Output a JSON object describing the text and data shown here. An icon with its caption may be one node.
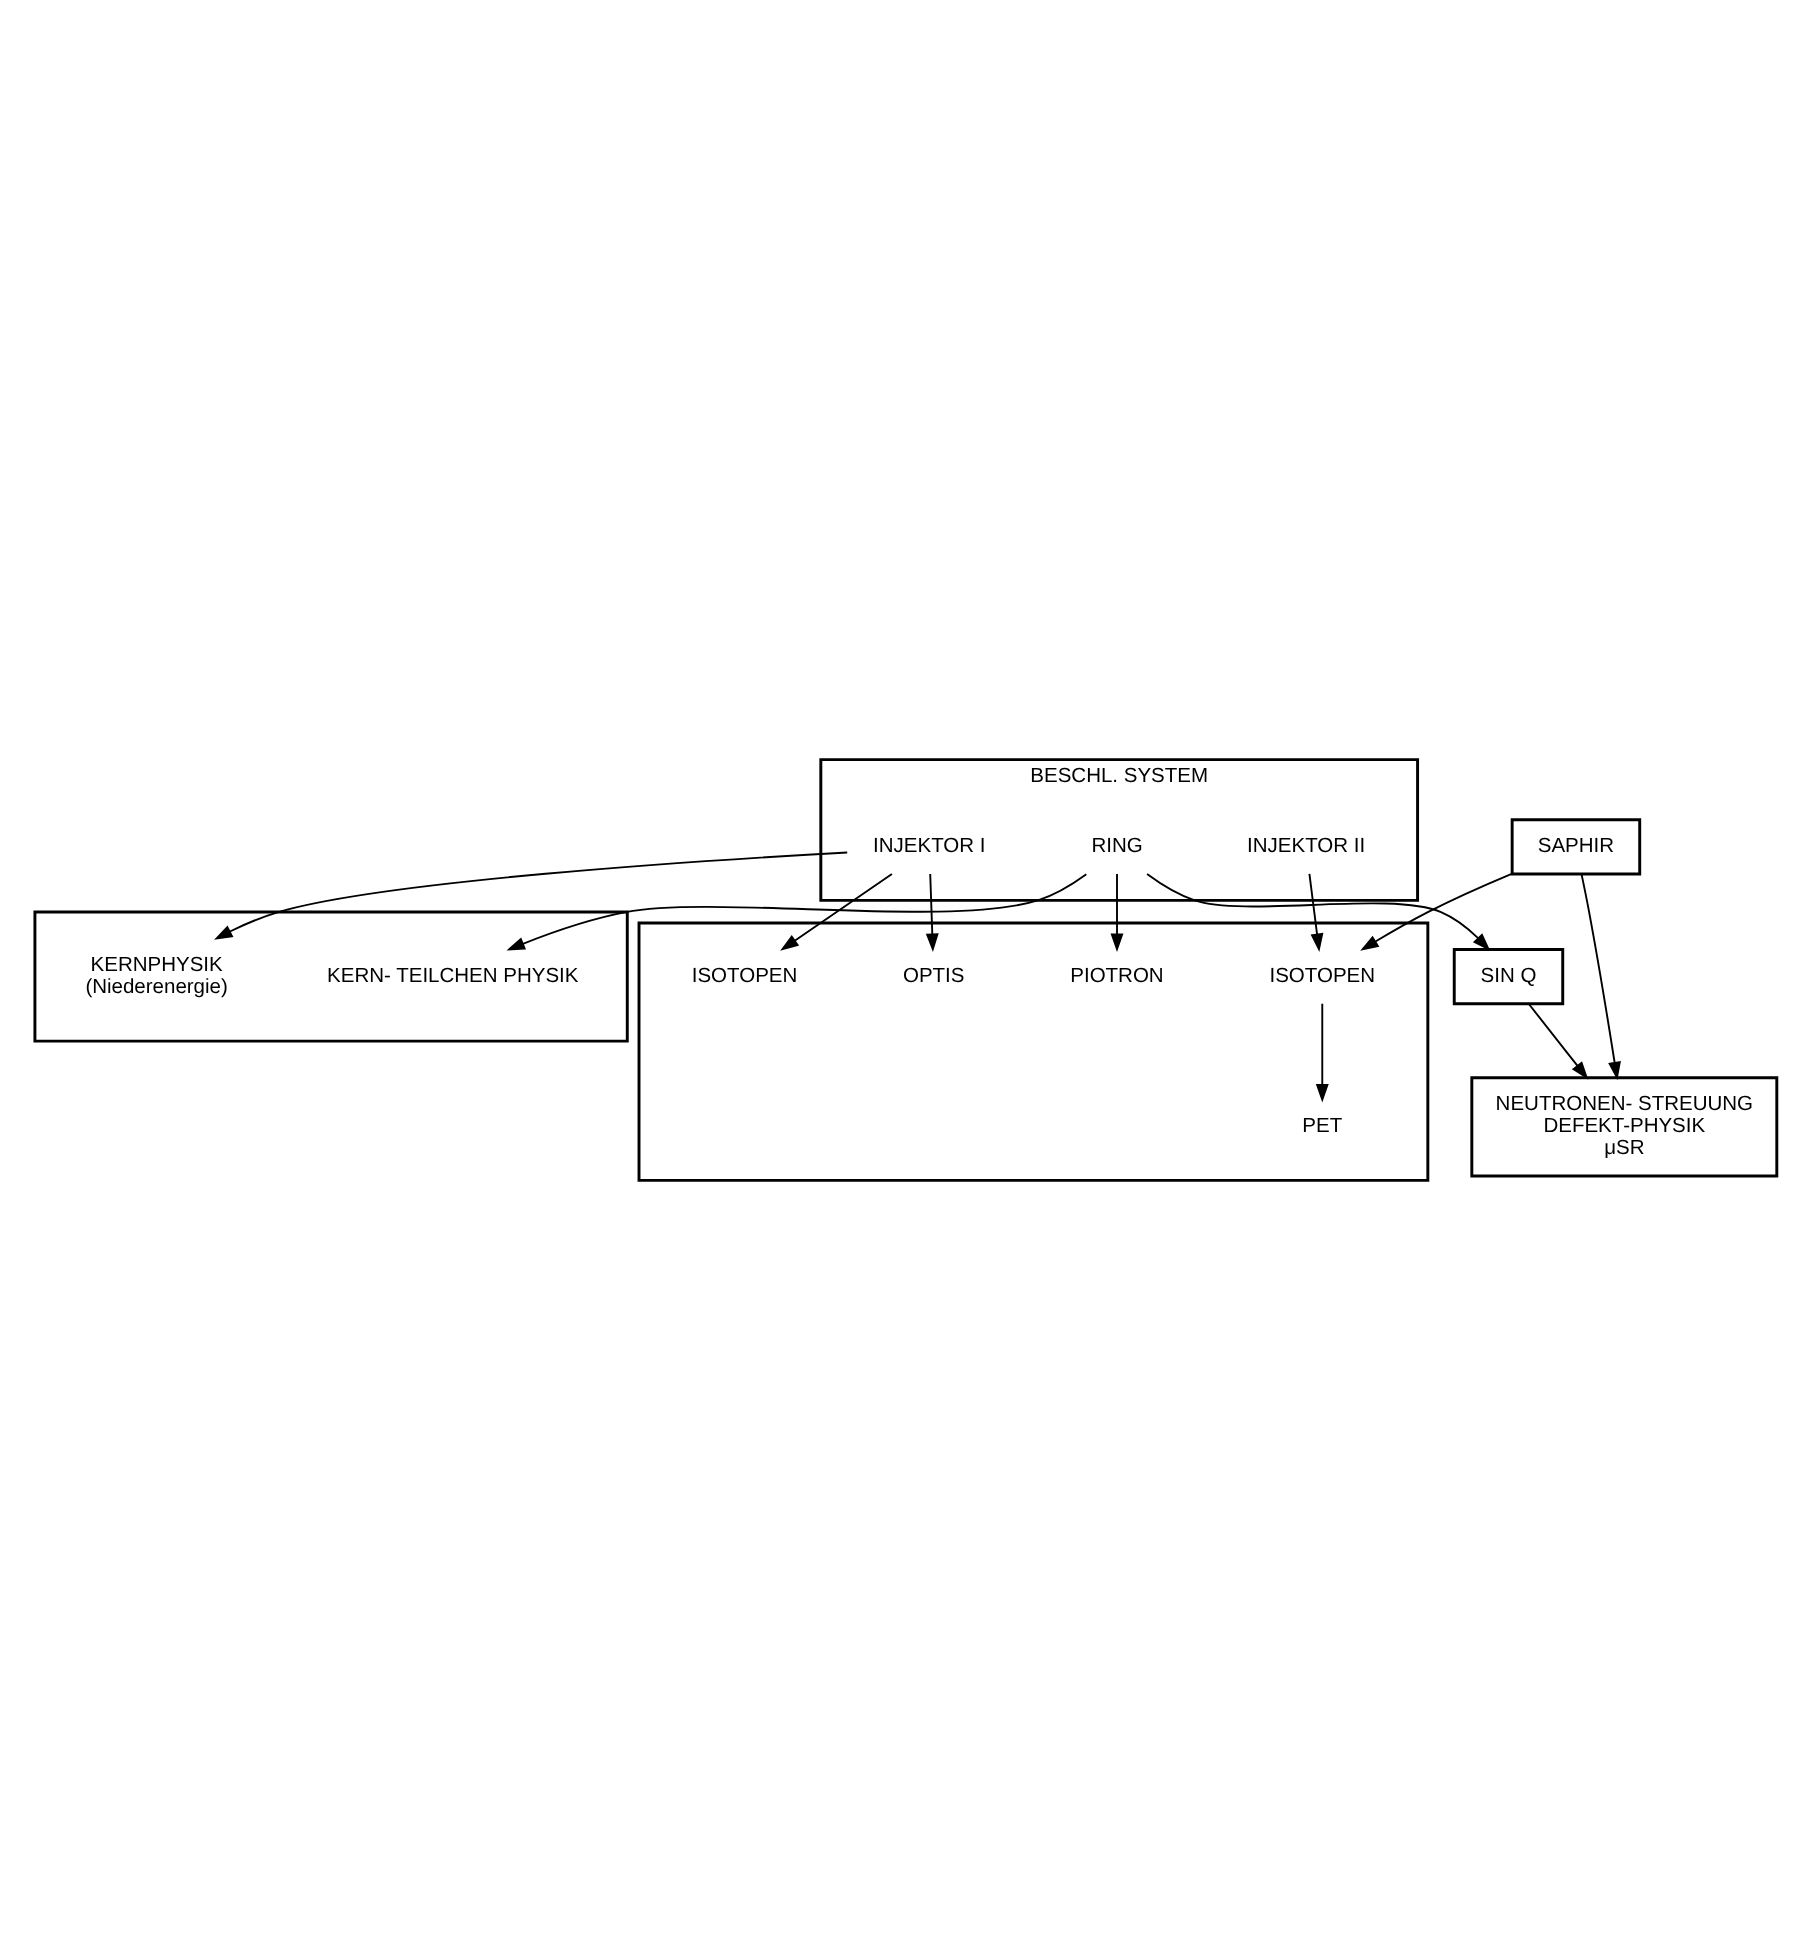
{
  "diagram": {
    "nodes": [
      {
        "text": [],
        "shape": "box"
      },
      {
        "text": [
          "KERNPHYSIK",
          "(Niederenergie)"
        ],
        "in": 0
      },
      {
        "text": [
          "KERN- TEILCHEN PHYSIK"
        ],
        "in": 0
      },
      {
        "text": [
          "BESCHL. SYSTEM"
        ]
      },
      {
        "text": [
          "INJEKTOR I"
        ],
        "in": 3
      },
      {
        "text": [
          "INJEKTOR II"
        ],
        "in": 3
      },
      {
        "text": [
          "RING"
        ],
        "in": 3
      },
      {
        "text": [],
        "shape": "box"
      },
      {
        "text": [
          "OPTIS"
        ],
        "in": 7
      },
      {
        "text": [
          "ISOTOPEN"
        ],
        "in": 7
      },
      {
        "text": [
          "ISOTOPEN"
        ],
        "in": 7
      },
      {
        "text": [
          "PET"
        ],
        "in": 7
      },
      {
        "text": [
          "PIOTRON"
        ],
        "in": 7
      },
      {
        "text": [
          "SIN Q"
        ]
      },
      {
        "text": [
          "NEUTRONEN- STREUUNG",
          "DEFEKT-PHYSIK",
          "μSR"
        ]
      },
      {
        "text": [
          "SAPHIR"
        ]
      }
    ],
    "edges": [
      {
        "from": 4,
        "to": 1,
        "arrow": "to"
      },
      {
        "from": 4,
        "to": 8,
        "arrow": "to"
      },
      {
        "from": 4,
        "to": 9,
        "arrow": "to"
      },
      {
        "from": 5,
        "to": 10,
        "arrow": "to"
      },
      {
        "from": 10,
        "to": 11,
        "arrow": "to"
      },
      {
        "from": 6,
        "to": 2,
        "arrow": "to"
      },
      {
        "from": 6,
        "to": 13,
        "arrow": "to"
      },
      {
        "from": 6,
        "to": 12,
        "arrow": "to"
      },
      {
        "from": 13,
        "to": 14,
        "arrow": "to"
      },
      {
        "from": 15,
        "to": 14,
        "arrow": "to"
      },
      {
        "from": 15,
        "to": 10,
        "arrow": "to"
      }
    ]
  }
}
